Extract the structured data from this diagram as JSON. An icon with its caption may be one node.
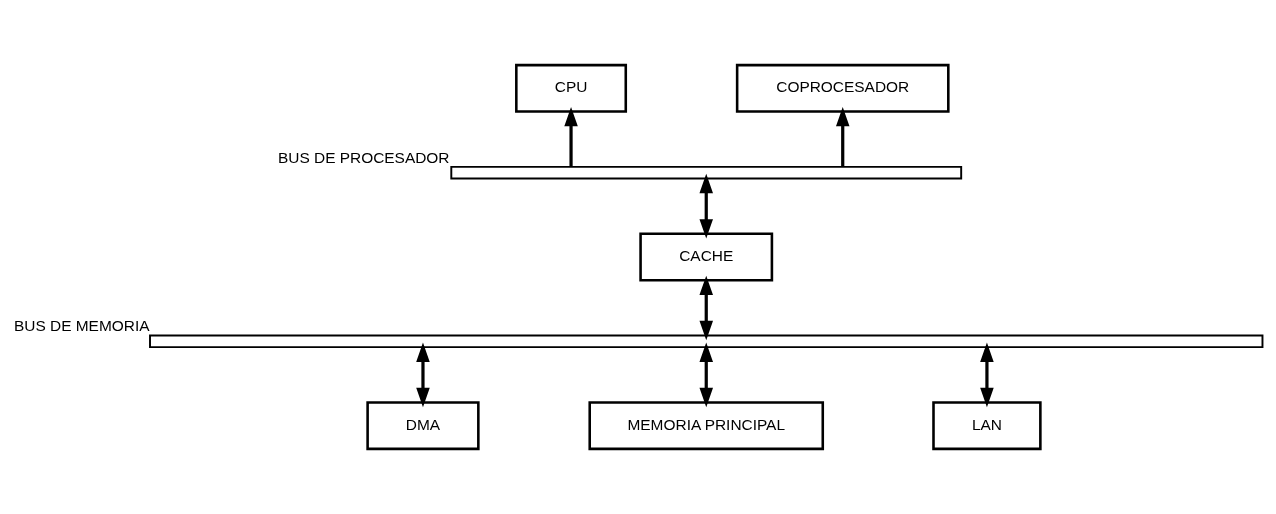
{
  "diagram": {
    "nodes": [
      {
        "text": [
          "CPU"
        ]
      },
      {
        "text": [
          "COPROCESADOR"
        ]
      },
      {
        "text": [],
        "shape": "bar",
        "beside": [
          "BUS DE PROCESADOR"
        ]
      },
      {
        "text": [
          "CACHE"
        ]
      },
      {
        "text": [],
        "shape": "bar",
        "beside": [
          "BUS DE MEMORIA"
        ]
      },
      {
        "text": [
          "DMA"
        ]
      },
      {
        "text": [
          "MEMORIA PRINCIPAL"
        ]
      },
      {
        "text": [
          "LAN"
        ]
      }
    ],
    "edges": [
      {
        "from": 2,
        "to": 0,
        "arrow": "to"
      },
      {
        "from": 2,
        "to": 1,
        "arrow": "to"
      },
      {
        "from": 2,
        "to": 3,
        "arrow": "both"
      },
      {
        "from": 3,
        "to": 4,
        "arrow": "both"
      },
      {
        "from": 4,
        "to": 5,
        "arrow": "both"
      },
      {
        "from": 4,
        "to": 6,
        "arrow": "both"
      },
      {
        "from": 4,
        "to": 7,
        "arrow": "both"
      }
    ]
  }
}
